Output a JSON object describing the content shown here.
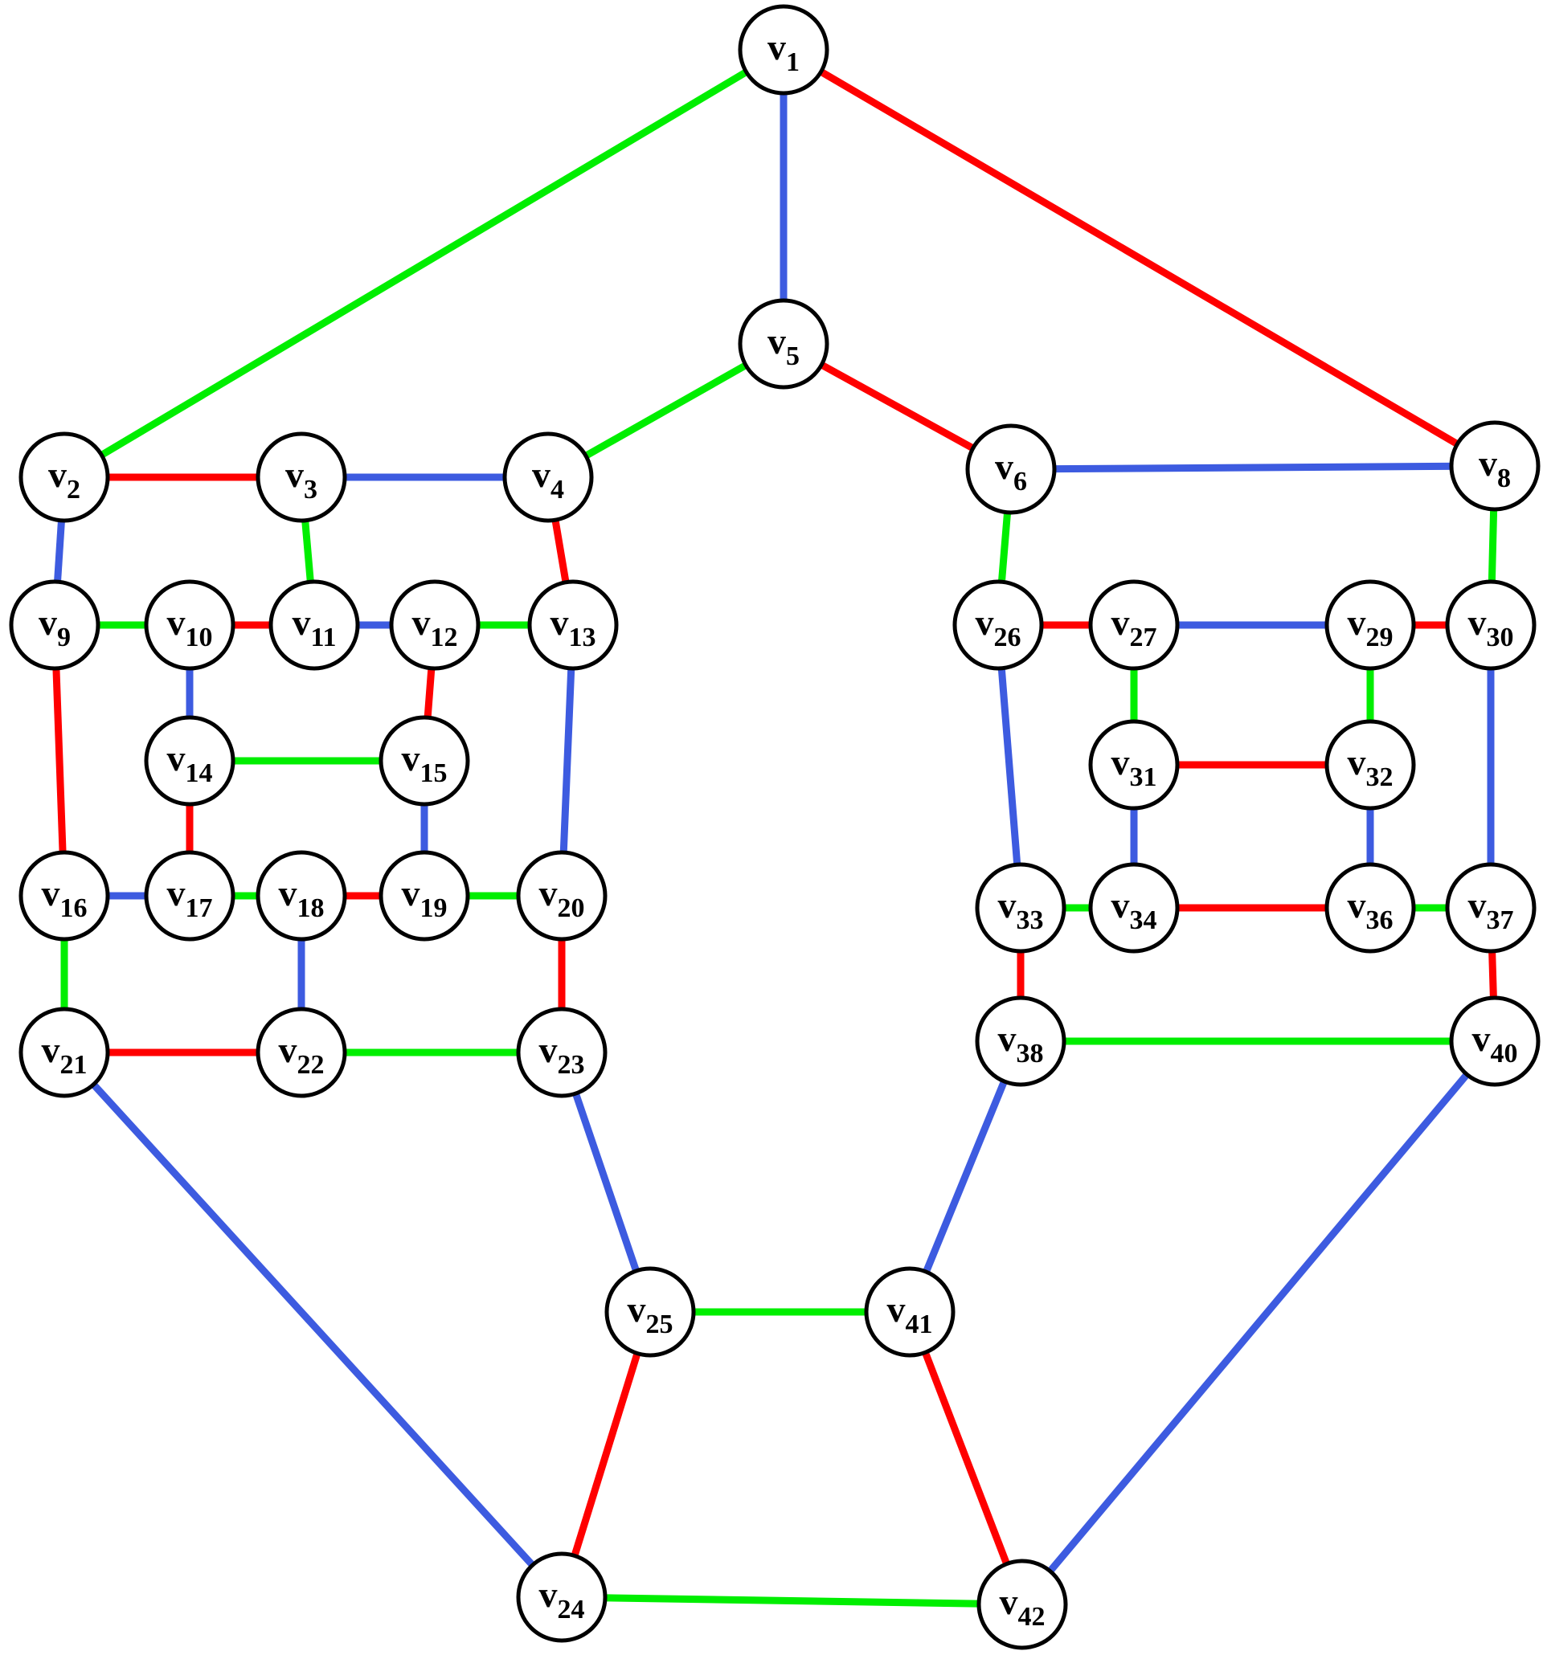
{
  "colors": {
    "red": "#ff0000",
    "green": "#00ee00",
    "blue": "#3d5be0"
  },
  "nodes": [
    {
      "id": "v1",
      "base": "v",
      "sub": "1"
    },
    {
      "id": "v2",
      "base": "v",
      "sub": "2"
    },
    {
      "id": "v3",
      "base": "v",
      "sub": "3"
    },
    {
      "id": "v4",
      "base": "v",
      "sub": "4"
    },
    {
      "id": "v5",
      "base": "v",
      "sub": "5"
    },
    {
      "id": "v6",
      "base": "v",
      "sub": "6"
    },
    {
      "id": "v8",
      "base": "v",
      "sub": "8"
    },
    {
      "id": "v9",
      "base": "v",
      "sub": "9"
    },
    {
      "id": "v10",
      "base": "v",
      "sub": "10"
    },
    {
      "id": "v11",
      "base": "v",
      "sub": "11"
    },
    {
      "id": "v12",
      "base": "v",
      "sub": "12"
    },
    {
      "id": "v13",
      "base": "v",
      "sub": "13"
    },
    {
      "id": "v14",
      "base": "v",
      "sub": "14"
    },
    {
      "id": "v15",
      "base": "v",
      "sub": "15"
    },
    {
      "id": "v16",
      "base": "v",
      "sub": "16"
    },
    {
      "id": "v17",
      "base": "v",
      "sub": "17"
    },
    {
      "id": "v18",
      "base": "v",
      "sub": "18"
    },
    {
      "id": "v19",
      "base": "v",
      "sub": "19"
    },
    {
      "id": "v20",
      "base": "v",
      "sub": "20"
    },
    {
      "id": "v21",
      "base": "v",
      "sub": "21"
    },
    {
      "id": "v22",
      "base": "v",
      "sub": "22"
    },
    {
      "id": "v23",
      "base": "v",
      "sub": "23"
    },
    {
      "id": "v24",
      "base": "v",
      "sub": "24"
    },
    {
      "id": "v25",
      "base": "v",
      "sub": "25"
    },
    {
      "id": "v26",
      "base": "v",
      "sub": "26"
    },
    {
      "id": "v27",
      "base": "v",
      "sub": "27"
    },
    {
      "id": "v29",
      "base": "v",
      "sub": "29"
    },
    {
      "id": "v30",
      "base": "v",
      "sub": "30"
    },
    {
      "id": "v31",
      "base": "v",
      "sub": "31"
    },
    {
      "id": "v32",
      "base": "v",
      "sub": "32"
    },
    {
      "id": "v33",
      "base": "v",
      "sub": "33"
    },
    {
      "id": "v34",
      "base": "v",
      "sub": "34"
    },
    {
      "id": "v36",
      "base": "v",
      "sub": "36"
    },
    {
      "id": "v37",
      "base": "v",
      "sub": "37"
    },
    {
      "id": "v38",
      "base": "v",
      "sub": "38"
    },
    {
      "id": "v40",
      "base": "v",
      "sub": "40"
    },
    {
      "id": "v41",
      "base": "v",
      "sub": "41"
    },
    {
      "id": "v42",
      "base": "v",
      "sub": "42"
    }
  ],
  "edges": [
    {
      "from": "v1",
      "to": "v2",
      "color": "green"
    },
    {
      "from": "v1",
      "to": "v5",
      "color": "blue"
    },
    {
      "from": "v1",
      "to": "v8",
      "color": "red"
    },
    {
      "from": "v5",
      "to": "v4",
      "color": "green"
    },
    {
      "from": "v5",
      "to": "v6",
      "color": "red"
    },
    {
      "from": "v2",
      "to": "v3",
      "color": "red"
    },
    {
      "from": "v3",
      "to": "v4",
      "color": "blue"
    },
    {
      "from": "v6",
      "to": "v8",
      "color": "blue"
    },
    {
      "from": "v2",
      "to": "v9",
      "color": "blue"
    },
    {
      "from": "v3",
      "to": "v11",
      "color": "green"
    },
    {
      "from": "v4",
      "to": "v13",
      "color": "red"
    },
    {
      "from": "v9",
      "to": "v10",
      "color": "green"
    },
    {
      "from": "v10",
      "to": "v11",
      "color": "red"
    },
    {
      "from": "v11",
      "to": "v12",
      "color": "blue"
    },
    {
      "from": "v12",
      "to": "v13",
      "color": "green"
    },
    {
      "from": "v10",
      "to": "v14",
      "color": "blue"
    },
    {
      "from": "v12",
      "to": "v15",
      "color": "red"
    },
    {
      "from": "v14",
      "to": "v15",
      "color": "green"
    },
    {
      "from": "v14",
      "to": "v17",
      "color": "red"
    },
    {
      "from": "v15",
      "to": "v19",
      "color": "blue"
    },
    {
      "from": "v9",
      "to": "v16",
      "color": "red"
    },
    {
      "from": "v13",
      "to": "v20",
      "color": "blue"
    },
    {
      "from": "v16",
      "to": "v17",
      "color": "blue"
    },
    {
      "from": "v17",
      "to": "v18",
      "color": "green"
    },
    {
      "from": "v18",
      "to": "v19",
      "color": "red"
    },
    {
      "from": "v19",
      "to": "v20",
      "color": "green"
    },
    {
      "from": "v16",
      "to": "v21",
      "color": "green"
    },
    {
      "from": "v18",
      "to": "v22",
      "color": "blue"
    },
    {
      "from": "v20",
      "to": "v23",
      "color": "red"
    },
    {
      "from": "v21",
      "to": "v22",
      "color": "red"
    },
    {
      "from": "v22",
      "to": "v23",
      "color": "green"
    },
    {
      "from": "v21",
      "to": "v24",
      "color": "blue"
    },
    {
      "from": "v23",
      "to": "v25",
      "color": "blue"
    },
    {
      "from": "v25",
      "to": "v24",
      "color": "red"
    },
    {
      "from": "v25",
      "to": "v41",
      "color": "green"
    },
    {
      "from": "v24",
      "to": "v42",
      "color": "green"
    },
    {
      "from": "v41",
      "to": "v42",
      "color": "red"
    },
    {
      "from": "v38",
      "to": "v41",
      "color": "blue"
    },
    {
      "from": "v40",
      "to": "v42",
      "color": "blue"
    },
    {
      "from": "v6",
      "to": "v26",
      "color": "green"
    },
    {
      "from": "v8",
      "to": "v30",
      "color": "green"
    },
    {
      "from": "v26",
      "to": "v27",
      "color": "red"
    },
    {
      "from": "v27",
      "to": "v29",
      "color": "blue"
    },
    {
      "from": "v29",
      "to": "v30",
      "color": "red"
    },
    {
      "from": "v27",
      "to": "v31",
      "color": "green"
    },
    {
      "from": "v29",
      "to": "v32",
      "color": "green"
    },
    {
      "from": "v31",
      "to": "v32",
      "color": "red"
    },
    {
      "from": "v31",
      "to": "v34",
      "color": "blue"
    },
    {
      "from": "v32",
      "to": "v36",
      "color": "blue"
    },
    {
      "from": "v26",
      "to": "v33",
      "color": "blue"
    },
    {
      "from": "v30",
      "to": "v37",
      "color": "blue"
    },
    {
      "from": "v33",
      "to": "v34",
      "color": "green"
    },
    {
      "from": "v34",
      "to": "v36",
      "color": "red"
    },
    {
      "from": "v36",
      "to": "v37",
      "color": "green"
    },
    {
      "from": "v33",
      "to": "v38",
      "color": "red"
    },
    {
      "from": "v37",
      "to": "v40",
      "color": "red"
    },
    {
      "from": "v38",
      "to": "v40",
      "color": "green"
    }
  ]
}
